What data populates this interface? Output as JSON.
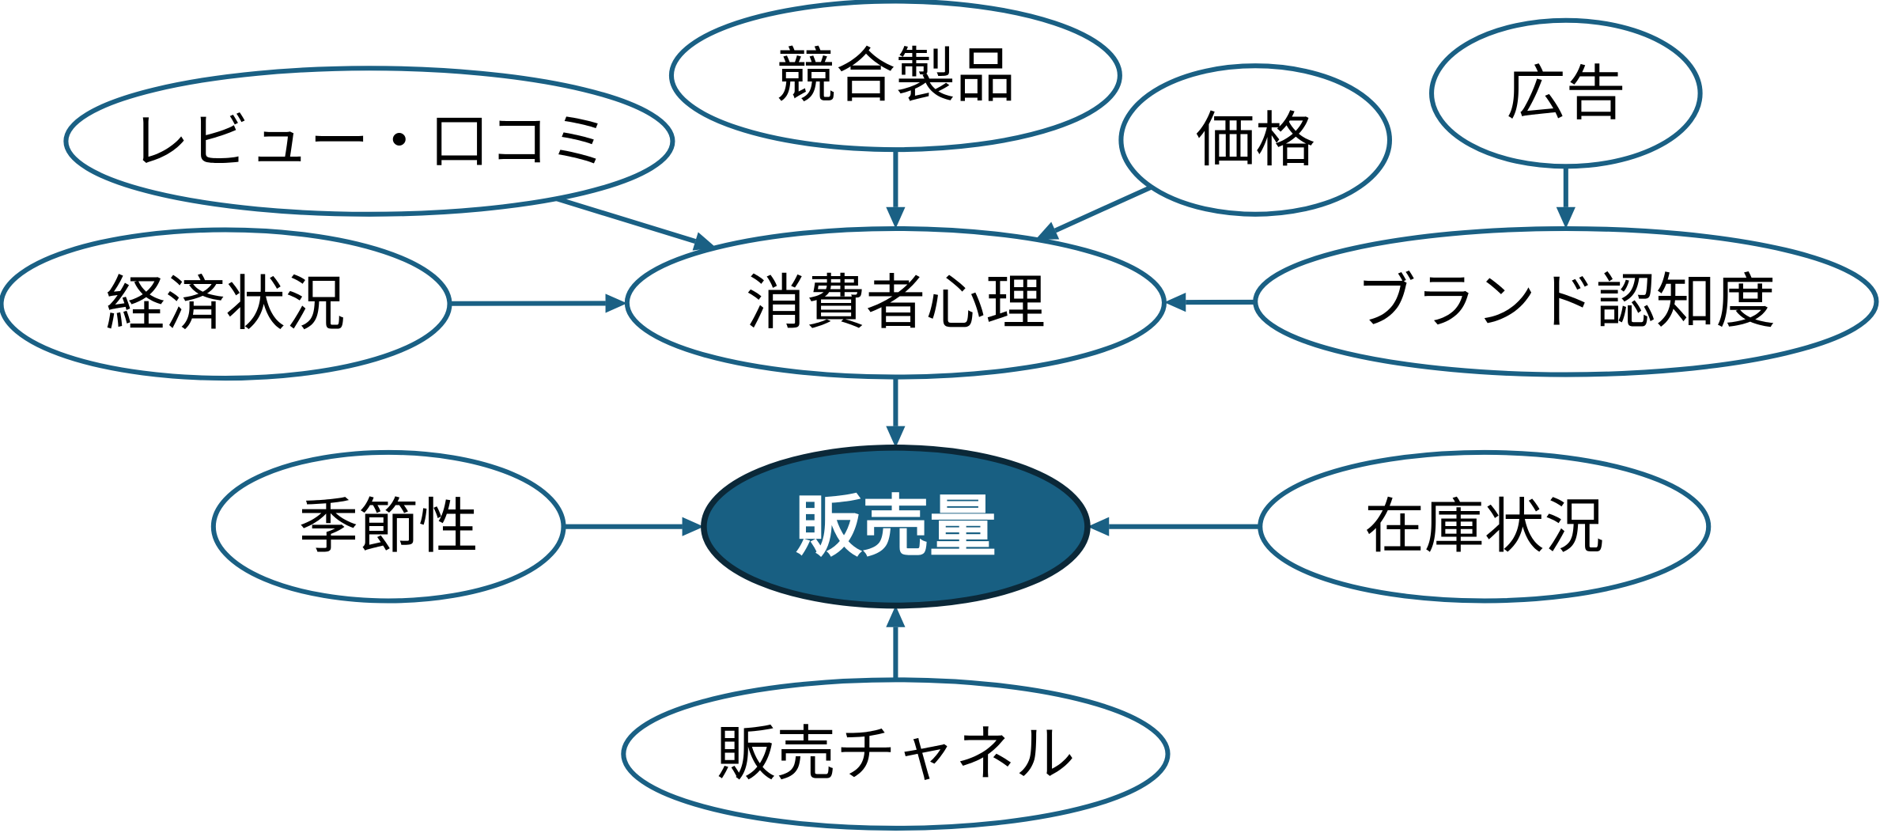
{
  "diagram": {
    "type": "causal-influence-map",
    "colors": {
      "accent": "#1a6084",
      "central_fill": "#185f82",
      "central_border": "#0b2838",
      "node_fill": "#ffffff",
      "text": "#000000",
      "central_text": "#ffffff"
    },
    "nodes": [
      {
        "id": "competitors",
        "label": "競合製品"
      },
      {
        "id": "reviews",
        "label": "レビュー・口コミ"
      },
      {
        "id": "price",
        "label": "価格"
      },
      {
        "id": "advertising",
        "label": "広告"
      },
      {
        "id": "economy",
        "label": "経済状況"
      },
      {
        "id": "consumer_psychology",
        "label": "消費者心理"
      },
      {
        "id": "brand_awareness",
        "label": "ブランド認知度"
      },
      {
        "id": "seasonality",
        "label": "季節性"
      },
      {
        "id": "sales_volume",
        "label": "販売量",
        "central": true
      },
      {
        "id": "inventory",
        "label": "在庫状況"
      },
      {
        "id": "sales_channel",
        "label": "販売チャネル"
      }
    ],
    "edges": [
      {
        "from": "competitors",
        "to": "consumer_psychology"
      },
      {
        "from": "reviews",
        "to": "consumer_psychology"
      },
      {
        "from": "price",
        "to": "consumer_psychology"
      },
      {
        "from": "economy",
        "to": "consumer_psychology"
      },
      {
        "from": "brand_awareness",
        "to": "consumer_psychology"
      },
      {
        "from": "advertising",
        "to": "brand_awareness"
      },
      {
        "from": "consumer_psychology",
        "to": "sales_volume"
      },
      {
        "from": "seasonality",
        "to": "sales_volume"
      },
      {
        "from": "inventory",
        "to": "sales_volume"
      },
      {
        "from": "sales_channel",
        "to": "sales_volume"
      }
    ]
  }
}
